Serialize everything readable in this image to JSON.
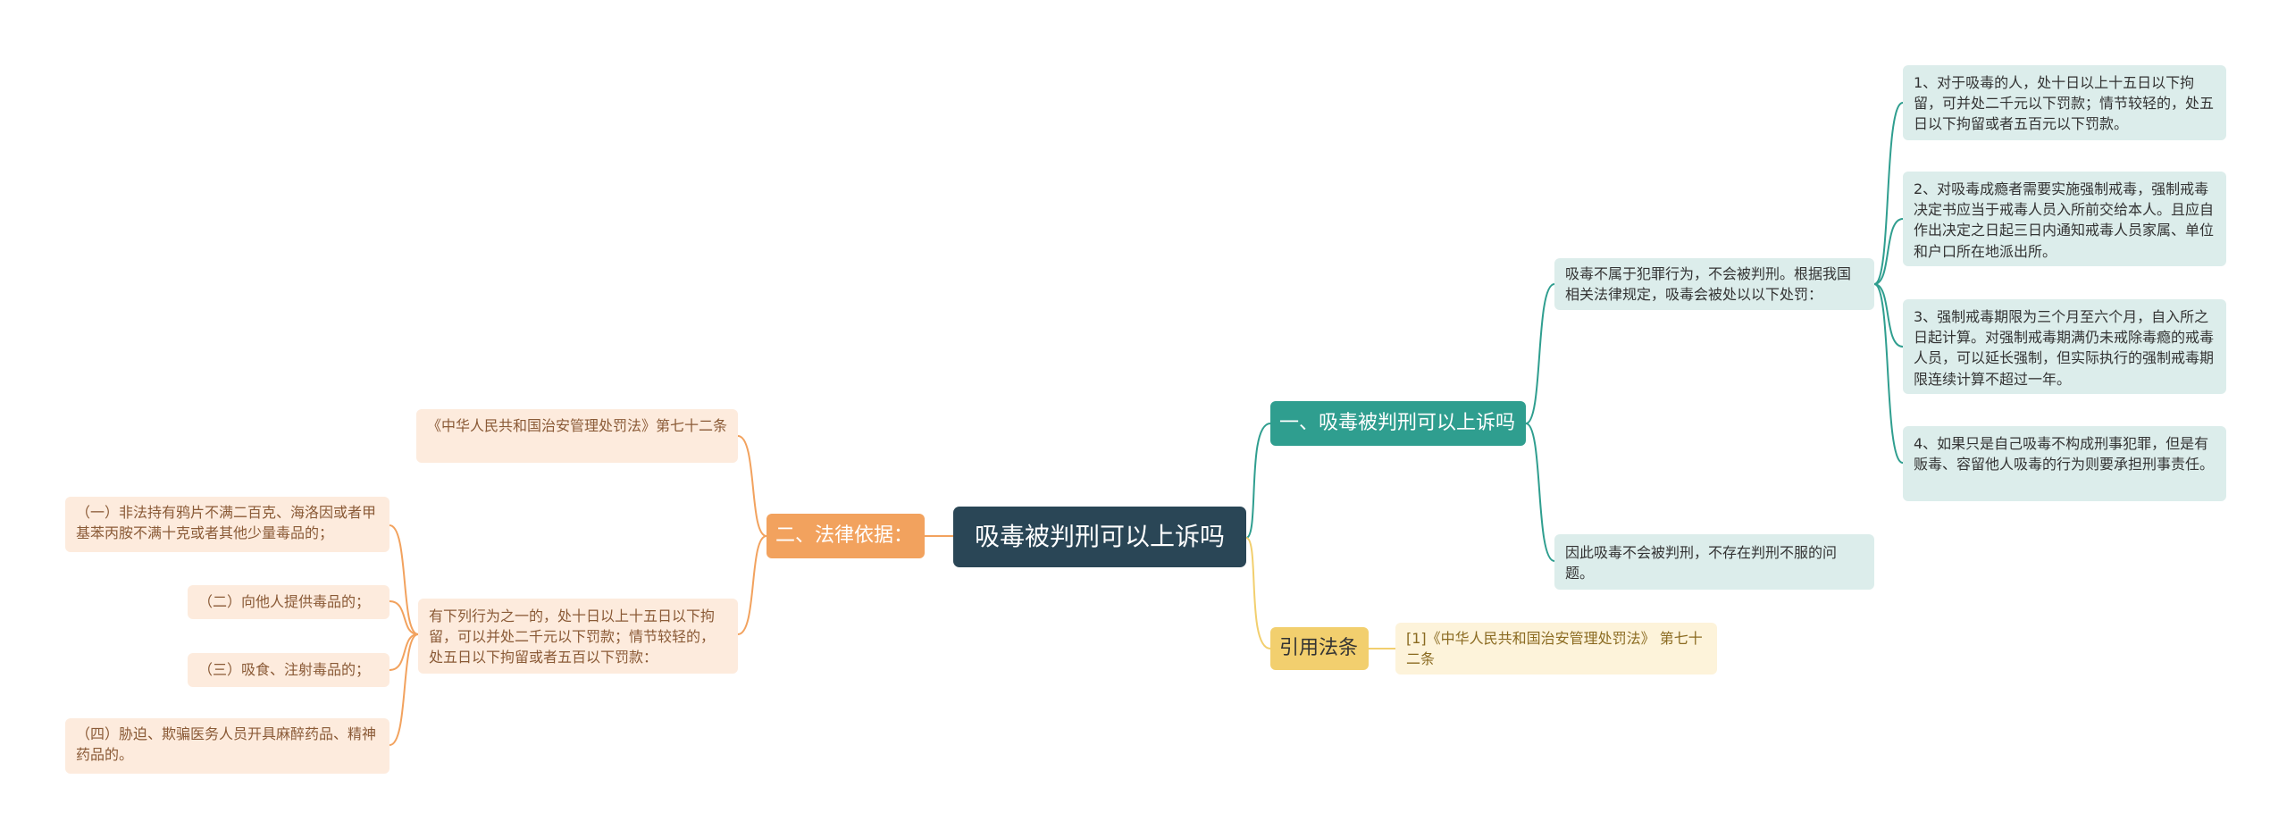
{
  "root": {
    "label": "吸毒被判刑可以上诉吗"
  },
  "branches": {
    "section1": {
      "label": "一、吸毒被判刑可以上诉吗",
      "point": "吸毒不属于犯罪行为，不会被判刑。根据我国相关法律规定，吸毒会被处以以下处罚：",
      "penalties": [
        "1、对于吸毒的人，处十日以上十五日以下拘留，可并处二千元以下罚款；情节较轻的，处五日以下拘留或者五百元以下罚款。",
        "2、对吸毒成瘾者需要实施强制戒毒，强制戒毒决定书应当于戒毒人员入所前交给本人。且应自作出决定之日起三日内通知戒毒人员家属、单位和户口所在地派出所。",
        "3、强制戒毒期限为三个月至六个月，自入所之日起计算。对强制戒毒期满仍未戒除毒瘾的戒毒人员，可以延长强制，但实际执行的强制戒毒期限连续计算不超过一年。",
        "4、如果只是自己吸毒不构成刑事犯罪，但是有贩毒、容留他人吸毒的行为则要承担刑事责任。"
      ],
      "conclusion": "因此吸毒不会被判刑，不存在判刑不服的问题。"
    },
    "section2": {
      "label": "二、法律依据：",
      "statute": "《中华人民共和国治安管理处罚法》第七十二条",
      "provision": "有下列行为之一的，处十日以上十五日以下拘留，可以并处二千元以下罚款；情节较轻的，处五日以下拘留或者五百以下罚款：",
      "items": [
        "（一）非法持有鸦片不满二百克、海洛因或者甲基苯丙胺不满十克或者其他少量毒品的；",
        "（二）向他人提供毒品的；",
        "（三）吸食、注射毒品的；",
        "（四）胁迫、欺骗医务人员开具麻醉药品、精神药品的。"
      ]
    },
    "citation": {
      "label": "引用法条",
      "ref": "[1]《中华人民共和国治安管理处罚法》 第七十二条"
    }
  },
  "colors": {
    "root": "#2a4656",
    "teal": "#2f9e8f",
    "teal_light": "#dcedeb",
    "orange": "#f2a25e",
    "orange_light": "#fdebdd",
    "yellow": "#f2cf6e",
    "yellow_light": "#fdf3da"
  }
}
